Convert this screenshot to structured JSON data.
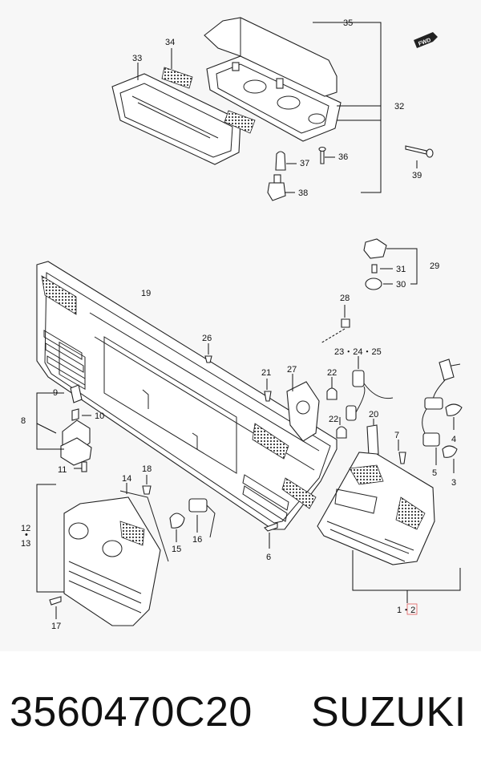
{
  "direction_badge": "FWD",
  "callouts": [
    {
      "id": "35",
      "text": "35"
    },
    {
      "id": "34",
      "text": "34"
    },
    {
      "id": "33",
      "text": "33"
    },
    {
      "id": "32",
      "text": "32"
    },
    {
      "id": "36",
      "text": "36"
    },
    {
      "id": "37",
      "text": "37"
    },
    {
      "id": "38",
      "text": "38"
    },
    {
      "id": "39",
      "text": "39"
    },
    {
      "id": "19",
      "text": "19"
    },
    {
      "id": "28",
      "text": "28"
    },
    {
      "id": "29",
      "text": "29"
    },
    {
      "id": "31",
      "text": "31"
    },
    {
      "id": "30",
      "text": "30"
    },
    {
      "id": "26",
      "text": "26"
    },
    {
      "id": "23-24-25",
      "text": "23・24・25"
    },
    {
      "id": "21",
      "text": "21"
    },
    {
      "id": "27",
      "text": "27"
    },
    {
      "id": "22a",
      "text": "22"
    },
    {
      "id": "22b",
      "text": "22"
    },
    {
      "id": "20",
      "text": "20"
    },
    {
      "id": "9",
      "text": "9"
    },
    {
      "id": "8",
      "text": "8"
    },
    {
      "id": "10",
      "text": "10"
    },
    {
      "id": "11",
      "text": "11"
    },
    {
      "id": "18",
      "text": "18"
    },
    {
      "id": "14",
      "text": "14"
    },
    {
      "id": "7",
      "text": "7"
    },
    {
      "id": "4",
      "text": "4"
    },
    {
      "id": "5",
      "text": "5"
    },
    {
      "id": "3",
      "text": "3"
    },
    {
      "id": "12-13",
      "text": "12\n13"
    },
    {
      "id": "16",
      "text": "16"
    },
    {
      "id": "15",
      "text": "15"
    },
    {
      "id": "6",
      "text": "6"
    },
    {
      "id": "17",
      "text": "17"
    },
    {
      "id": "1-2",
      "text": "1・2"
    }
  ],
  "footer": {
    "part_number": "3560470C20",
    "brand": "SUZUKI"
  }
}
